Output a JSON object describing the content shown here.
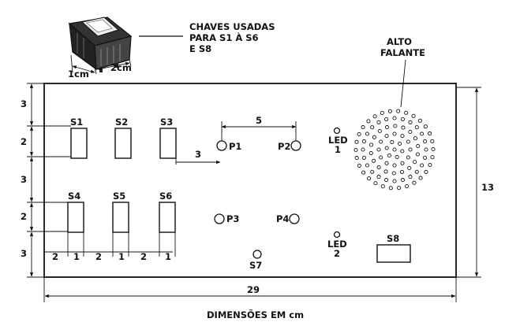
{
  "switch_photo": {
    "dim_depth": "1cm",
    "dim_length": "2cm"
  },
  "top_note": {
    "line1": "CHAVES USADAS",
    "line2": "PARA S1 À S6",
    "line3": "E S8"
  },
  "speaker": {
    "label_line1": "ALTO",
    "label_line2": "FALANTE"
  },
  "components": {
    "s1": "S1",
    "s2": "S2",
    "s3": "S3",
    "s4": "S4",
    "s5": "S5",
    "s6": "S6",
    "s7": "S7",
    "s8": "S8",
    "p1": "P1",
    "p2": "P2",
    "p3": "P3",
    "p4": "P4",
    "led1_a": "LED",
    "led1_b": "1",
    "led2_a": "LED",
    "led2_b": "2"
  },
  "dimensions": {
    "left_v1": "3",
    "left_v2": "2",
    "left_v3": "3",
    "left_v4": "2",
    "left_v5": "3",
    "right_height": "13",
    "bottom_width": "29",
    "p_spacing": "5",
    "s3_p1": "3",
    "bottom_2a": "2",
    "bottom_1a": "1",
    "bottom_2b": "2",
    "bottom_1b": "1",
    "bottom_2c": "2",
    "bottom_1c": "1"
  },
  "caption": "DIMENSÕES EM cm"
}
